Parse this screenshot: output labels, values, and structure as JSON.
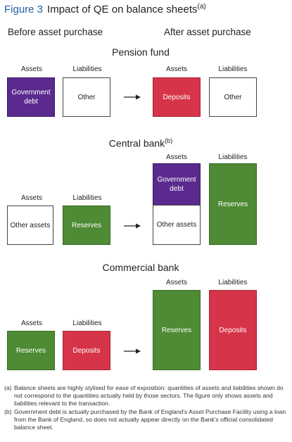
{
  "figure": {
    "number": "Figure 3",
    "title": "Impact of QE on balance sheets",
    "title_note": "(a)"
  },
  "columns": {
    "before": "Before asset purchase",
    "after": "After asset purchase"
  },
  "labels": {
    "assets": "Assets",
    "liabilities": "Liabilities"
  },
  "sections": {
    "pension": {
      "title": "Pension fund",
      "before": {
        "assets": "Government\ndebt",
        "liabilities": "Other"
      },
      "after": {
        "assets": "Deposits",
        "liabilities": "Other"
      }
    },
    "central": {
      "title": "Central bank",
      "title_note": "(b)",
      "before": {
        "assets": "Other assets",
        "liabilities": "Reserves"
      },
      "after": {
        "assets_top": "Government\ndebt",
        "assets_bottom": "Other assets",
        "liabilities": "Reserves"
      }
    },
    "commercial": {
      "title": "Commercial bank",
      "before": {
        "assets": "Reserves",
        "liabilities": "Deposits"
      },
      "after": {
        "assets": "Reserves",
        "liabilities": "Deposits"
      }
    }
  },
  "colors": {
    "purple": "#5b2a8e",
    "green": "#4e8b34",
    "red": "#d63549",
    "title_blue": "#1f5fa6"
  },
  "notes": [
    {
      "key": "(a)",
      "text": "Balance sheets are highly stylised for ease of exposition: quantities of assets and liabilities shown do not correspond to the quantities actually held by those sectors. The figure only shows assets and liabilities relevant to the transaction."
    },
    {
      "key": "(b)",
      "text": "Government debt is actually purchased by the Bank of England's Asset Purchase Facility using a loan from the Bank of England, so does not actually appear directly on the Bank's official consolidated balance sheet."
    }
  ]
}
